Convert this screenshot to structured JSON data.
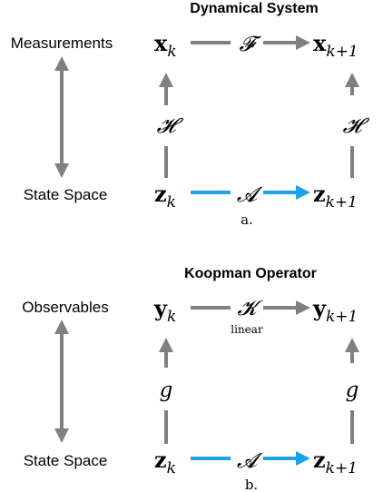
{
  "panel_a": {
    "title": "Dynamical System",
    "top_left_label": "Measurements",
    "bottom_left_label": "State Space",
    "top_left_node": {
      "base": "x",
      "sub": "k"
    },
    "top_right_node": {
      "base": "x",
      "sub": "k+1"
    },
    "bottom_left_node": {
      "base": "z",
      "sub": "k"
    },
    "bottom_right_node": {
      "base": "z",
      "sub": "k+1"
    },
    "top_operator": "𝓕",
    "bottom_operator": "𝓐",
    "left_operator": "𝓗",
    "right_operator": "𝓗",
    "caption": "a."
  },
  "panel_b": {
    "title": "Koopman Operator",
    "top_left_label": "Observables",
    "bottom_left_label": "State Space",
    "top_left_node": {
      "base": "y",
      "sub": "k"
    },
    "top_right_node": {
      "base": "y",
      "sub": "k+1"
    },
    "bottom_left_node": {
      "base": "z",
      "sub": "k"
    },
    "bottom_right_node": {
      "base": "z",
      "sub": "k+1"
    },
    "top_operator": "𝓚",
    "top_operator_note": "linear",
    "bottom_operator": "𝓐",
    "left_operator": "g",
    "right_operator": "g",
    "caption": "b."
  },
  "colors": {
    "gray_arrow": "#808080",
    "blue_arrow": "#1aa3e8"
  }
}
